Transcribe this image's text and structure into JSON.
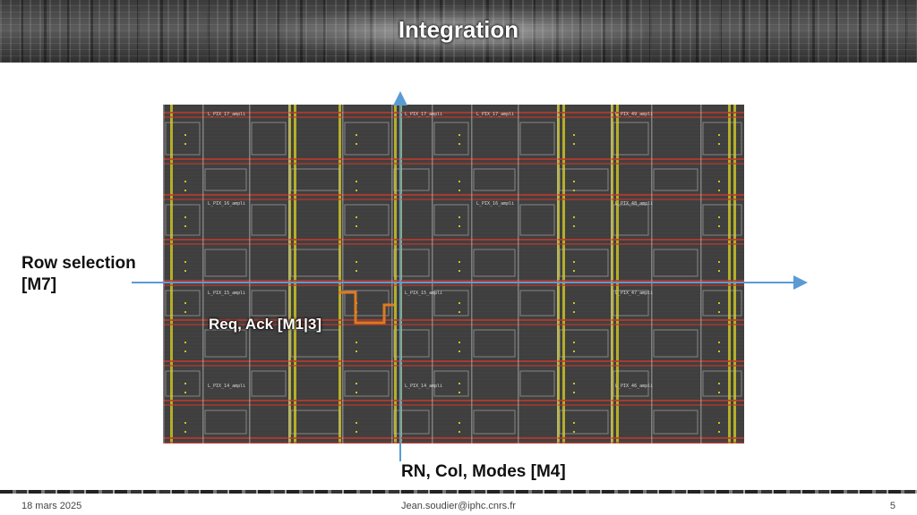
{
  "slide": {
    "title": "Integration"
  },
  "annotations": {
    "row_selection_line1": "Row selection",
    "row_selection_line2": "[M7]",
    "req_ack": "Req, Ack [M1|3]",
    "rn_col_modes": "RN, Col, Modes [M4]"
  },
  "colors": {
    "axis_line": "#5a9bd5",
    "req_ack_path": "#e07a1f",
    "layout_background": "#3f3f3f",
    "red_traces": "#c0392b",
    "yellow_traces": "#c9c224",
    "cell_outline": "#bfbfbf"
  },
  "layout_labels": [
    "L_PIX_17_ampli",
    "L_PIX_17_ampli",
    "L_PIX_17_ampli",
    "L_PIX_49_ampli",
    "L_PIX_16_ampli",
    "L_PIX_16_ampli",
    "L_PIX_48_ampli",
    "L_PIX_15_ampli",
    "L_PIX_15_ampli",
    "L_PIX_47_ampli",
    "L_PIX_14_ampli",
    "L_PIX_14_ampli",
    "L_PIX_46_ampli"
  ],
  "footer": {
    "date": "18 mars 2025",
    "email": "Jean.soudier@iphc.cnrs.fr",
    "page_number": "5"
  }
}
